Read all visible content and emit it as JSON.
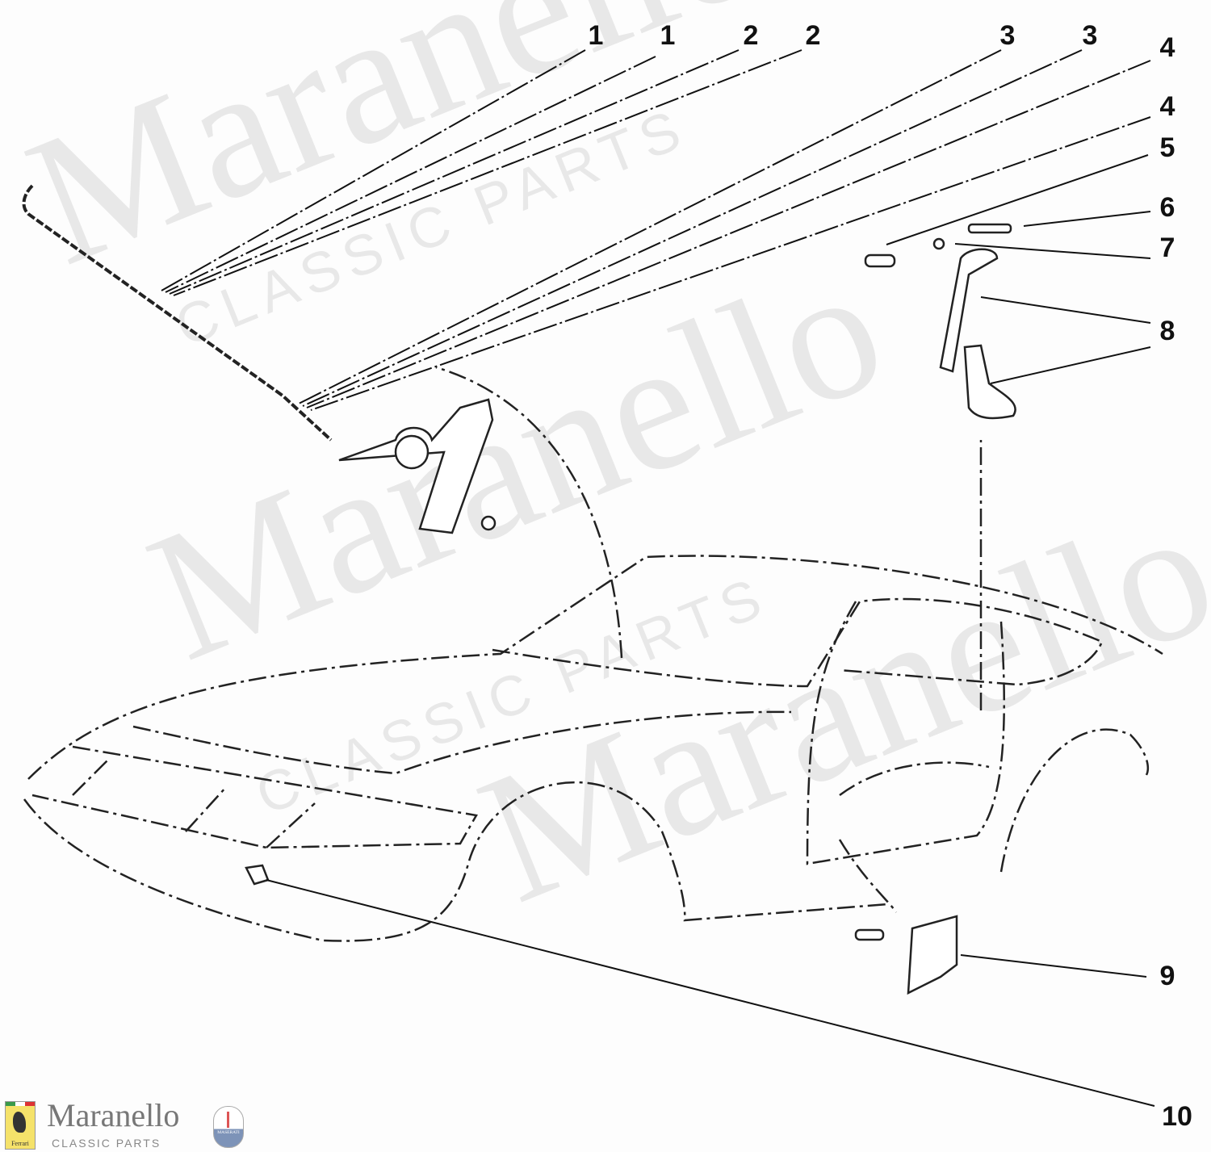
{
  "brand": {
    "name": "Maranello",
    "tagline": "CLASSIC PARTS",
    "ferrari_badge": "Ferrari",
    "maserati_badge": "MASERATI",
    "watermark_text": "Maranello",
    "watermark_sub": "CLASSIC PARTS"
  },
  "callouts": [
    "1",
    "1",
    "2",
    "2",
    "3",
    "3",
    "4",
    "4",
    "5",
    "6",
    "7",
    "8",
    "9",
    "10"
  ]
}
